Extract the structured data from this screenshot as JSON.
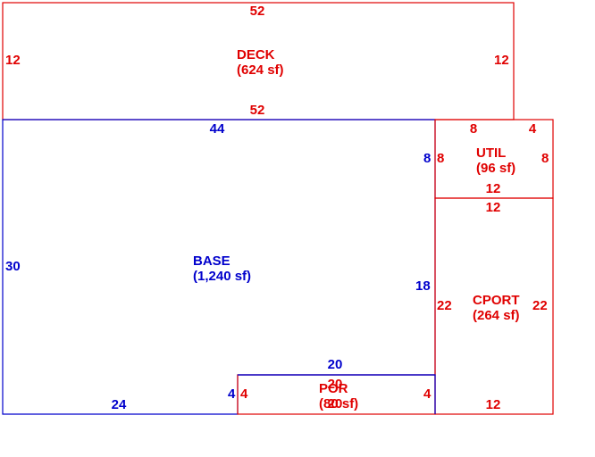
{
  "colors": {
    "red": "#e00000",
    "blue": "#0000cc"
  },
  "deck": {
    "name": "DECK",
    "area": "(624 sf)",
    "top": "52",
    "left": "12",
    "right": "12",
    "bottom": "52"
  },
  "base": {
    "name": "BASE",
    "area": "(1,240 sf)",
    "top": "44",
    "left": "30",
    "right_upper": "8",
    "right_lower": "18",
    "bottom_left": "24",
    "notch_side": "4",
    "notch_top": "20"
  },
  "util": {
    "name": "UTIL",
    "area": "(96 sf)",
    "top_a": "8",
    "top_b": "4",
    "left": "8",
    "right": "8",
    "bottom": "12"
  },
  "cport": {
    "name": "CPORT",
    "area": "(264 sf)",
    "top": "12",
    "left": "22",
    "right": "22",
    "bottom": "12"
  },
  "por": {
    "name": "POR",
    "area": "(80 sf)",
    "top": "20",
    "bottom": "20",
    "left": "4",
    "right": "4"
  }
}
